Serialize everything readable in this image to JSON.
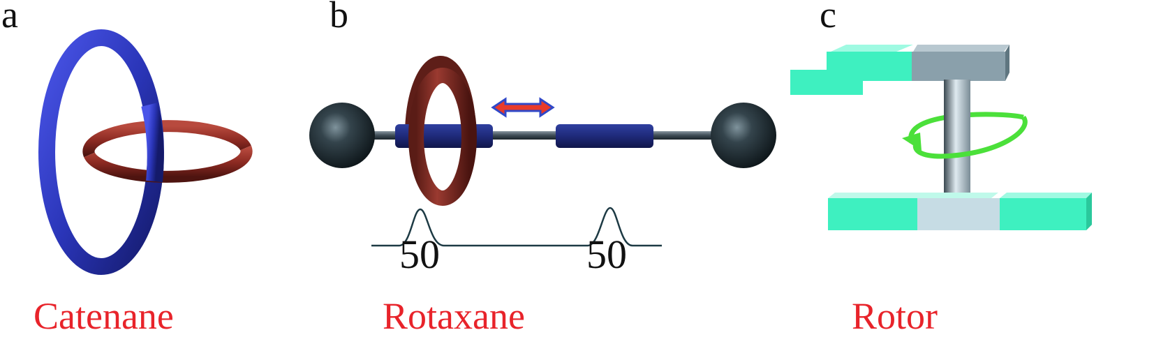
{
  "panels": [
    {
      "letter": "a",
      "caption": "Catenane",
      "icon": "interlocked-rings"
    },
    {
      "letter": "b",
      "caption": "Rotaxane",
      "icon": "ring-on-dumbbell-axle",
      "peak_labels": [
        "50",
        "50"
      ]
    },
    {
      "letter": "c",
      "caption": "Rotor",
      "icon": "rotating-pillar"
    }
  ],
  "colors": {
    "caption": "#e8232a",
    "blue_ring": "#2a35b8",
    "red_ring": "#8c2a22",
    "station": "#1f2a7a",
    "sphere": "#23313a",
    "arrow": "#e83a2a",
    "rotor_green": "#3ef0c0",
    "rotor_grey": "#8aa0ab",
    "rotation_arrow": "#4be03a"
  }
}
